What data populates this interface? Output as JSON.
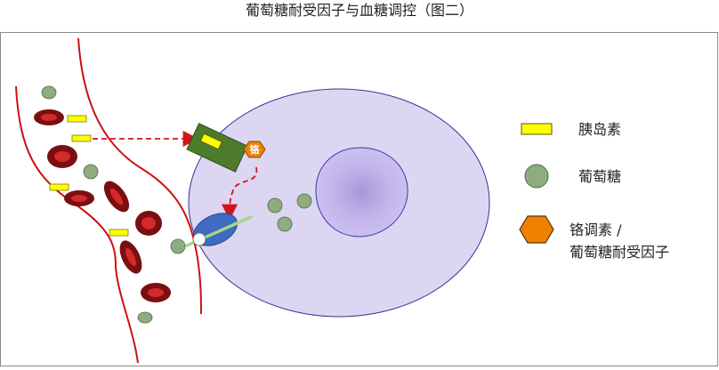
{
  "title": "葡萄糖耐受因子与血糖调控（图二）",
  "badge": "铬",
  "legend": [
    {
      "label": "胰岛素",
      "symbol": "insulin-rect"
    },
    {
      "label": "葡萄糖",
      "symbol": "glucose-circle"
    },
    {
      "label": "铬调素 /",
      "label2": "葡萄糖耐受因子",
      "symbol": "chromium-hexagon"
    }
  ],
  "colors": {
    "insulin": "#ffff00",
    "glucose": "#8fac7f",
    "chromium": "#f08000",
    "receptor": "#4e7a2c",
    "transporter": "#3d6cc0",
    "cell": "#dcd6f2",
    "nucleus": "#c3b4ea",
    "vessel": "#cc1111",
    "rbc": "#7a0f12"
  }
}
